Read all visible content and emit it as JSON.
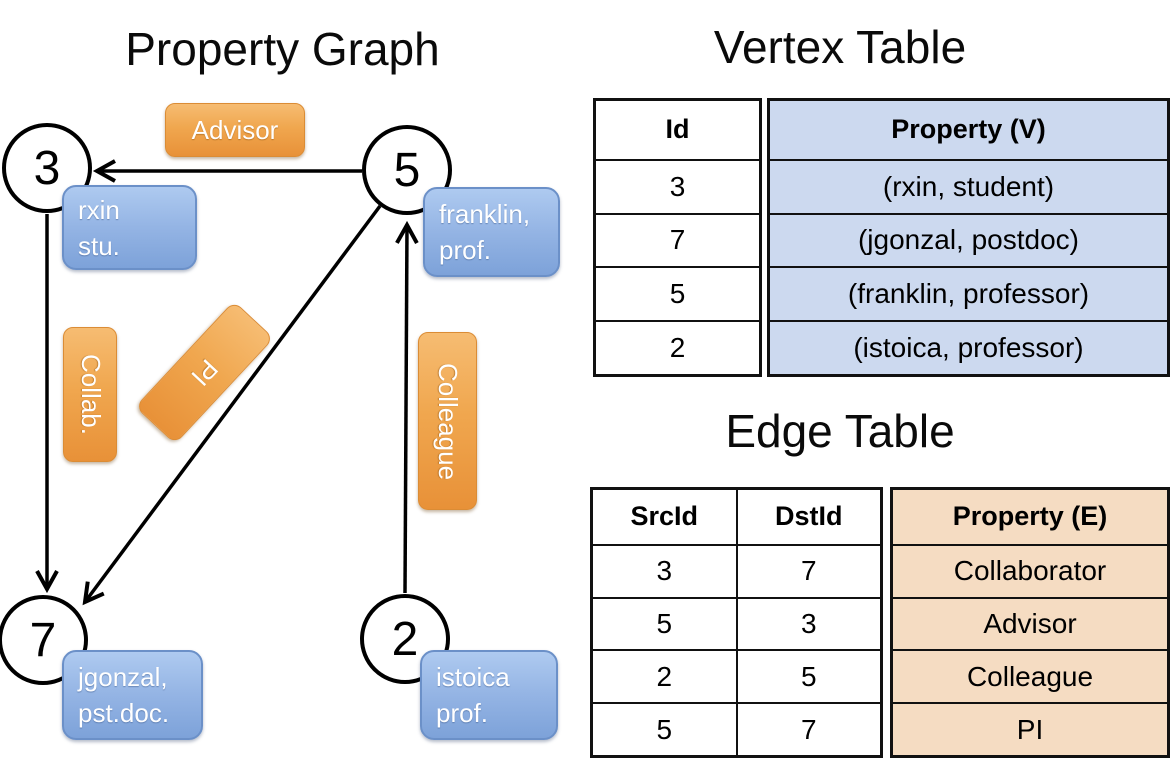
{
  "colors": {
    "edge_label_orange_top": "#f6bc72",
    "edge_label_orange_bottom": "#e89138",
    "vertex_label_blue_top": "#aecaf0",
    "vertex_label_blue_bottom": "#7da2d9",
    "vertex_table_property_fill": "#ccd9ef",
    "edge_table_property_fill": "#f5dcc2",
    "line_color": "#000000"
  },
  "property_graph": {
    "title": "Property Graph",
    "nodes": [
      {
        "id": "3",
        "label_line1": "rxin",
        "label_line2": "stu."
      },
      {
        "id": "5",
        "label_line1": "franklin,",
        "label_line2": "prof."
      },
      {
        "id": "7",
        "label_line1": "jgonzal,",
        "label_line2": "pst.doc."
      },
      {
        "id": "2",
        "label_line1": "istoica",
        "label_line2": "prof."
      }
    ],
    "edge_labels": {
      "advisor": "Advisor",
      "collab": "Collab.",
      "pi": "PI",
      "colleague": "Colleague"
    }
  },
  "vertex_table": {
    "title": "Vertex Table",
    "columns": {
      "id": "Id",
      "property": "Property (V)"
    },
    "rows": [
      {
        "id": "3",
        "property": "(rxin, student)"
      },
      {
        "id": "7",
        "property": "(jgonzal, postdoc)"
      },
      {
        "id": "5",
        "property": "(franklin, professor)"
      },
      {
        "id": "2",
        "property": "(istoica, professor)"
      }
    ]
  },
  "edge_table": {
    "title": "Edge Table",
    "columns": {
      "src": "SrcId",
      "dst": "DstId",
      "property": "Property (E)"
    },
    "rows": [
      {
        "src": "3",
        "dst": "7",
        "property": "Collaborator"
      },
      {
        "src": "5",
        "dst": "3",
        "property": "Advisor"
      },
      {
        "src": "2",
        "dst": "5",
        "property": "Colleague"
      },
      {
        "src": "5",
        "dst": "7",
        "property": "PI"
      }
    ]
  }
}
